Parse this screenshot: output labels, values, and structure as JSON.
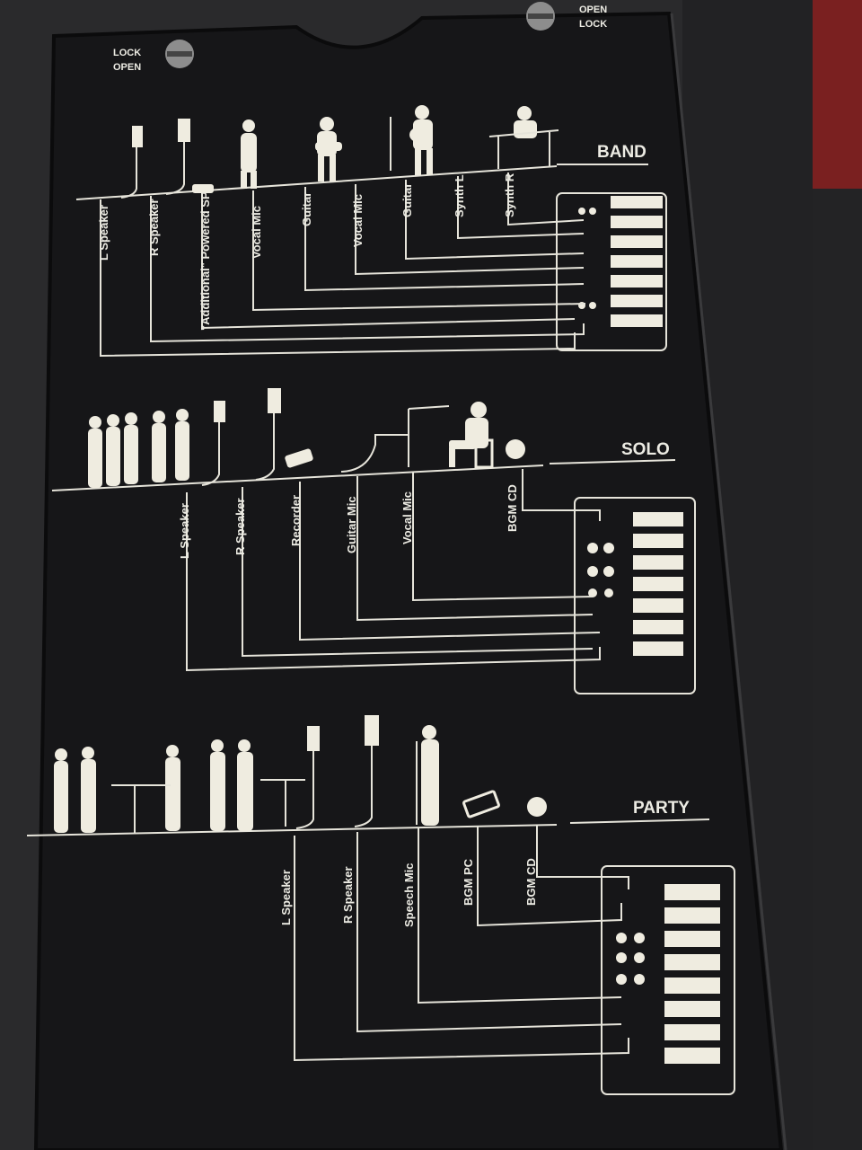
{
  "lock_top_left": {
    "lock": "LOCK",
    "open": "OPEN"
  },
  "lock_top_right": {
    "open": "OPEN",
    "lock": "LOCK"
  },
  "band": {
    "title": "BAND",
    "labels": [
      "L Speaker",
      "R Speaker",
      "\"Additional\" Powered SP",
      "Vocal Mic",
      "Guitar",
      "Vocal Mic",
      "Guitar",
      "Synth L",
      "Synth R"
    ]
  },
  "solo": {
    "title": "SOLO",
    "labels": [
      "L Speaker",
      "R Speaker",
      "Recorder",
      "Guitar Mic",
      "Vocal Mic",
      "BGM CD"
    ]
  },
  "party": {
    "title": "PARTY",
    "labels": [
      "L Speaker",
      "R Speaker",
      "Speech Mic",
      "BGM PC",
      "BGM CD"
    ]
  },
  "colors": {
    "panel": "#161618",
    "print": "#ecebe3",
    "housing": "#2a2a2c",
    "background_right": "#7a2020"
  }
}
